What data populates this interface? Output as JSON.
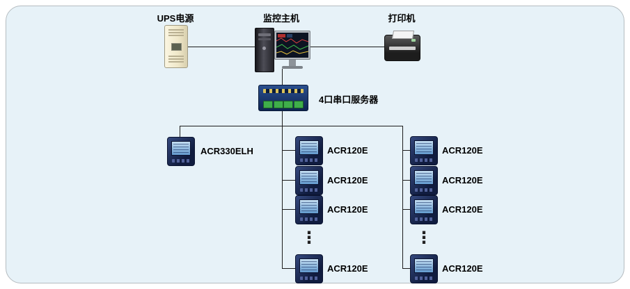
{
  "nodes": {
    "ups": {
      "label": "UPS电源"
    },
    "host": {
      "label": "监控主机"
    },
    "printer": {
      "label": "打印机"
    },
    "serial_server": {
      "label": "4口串口服务器"
    },
    "acr330": {
      "label": "ACR330ELH"
    },
    "mid_meters": [
      "ACR120E",
      "ACR120E",
      "ACR120E",
      "ACR120E"
    ],
    "right_meters": [
      "ACR120E",
      "ACR120E",
      "ACR120E",
      "ACR120E"
    ],
    "ellipsis": "⋮"
  },
  "colors": {
    "panel_bg": "#e7f2f8",
    "connector": "#1c1c1c",
    "meter_body": "#16244d",
    "meter_screen": "#7fb0dd",
    "server_body": "#17305e",
    "server_port_green": "#3fae4a",
    "ups_body": "#f6f0d8"
  }
}
